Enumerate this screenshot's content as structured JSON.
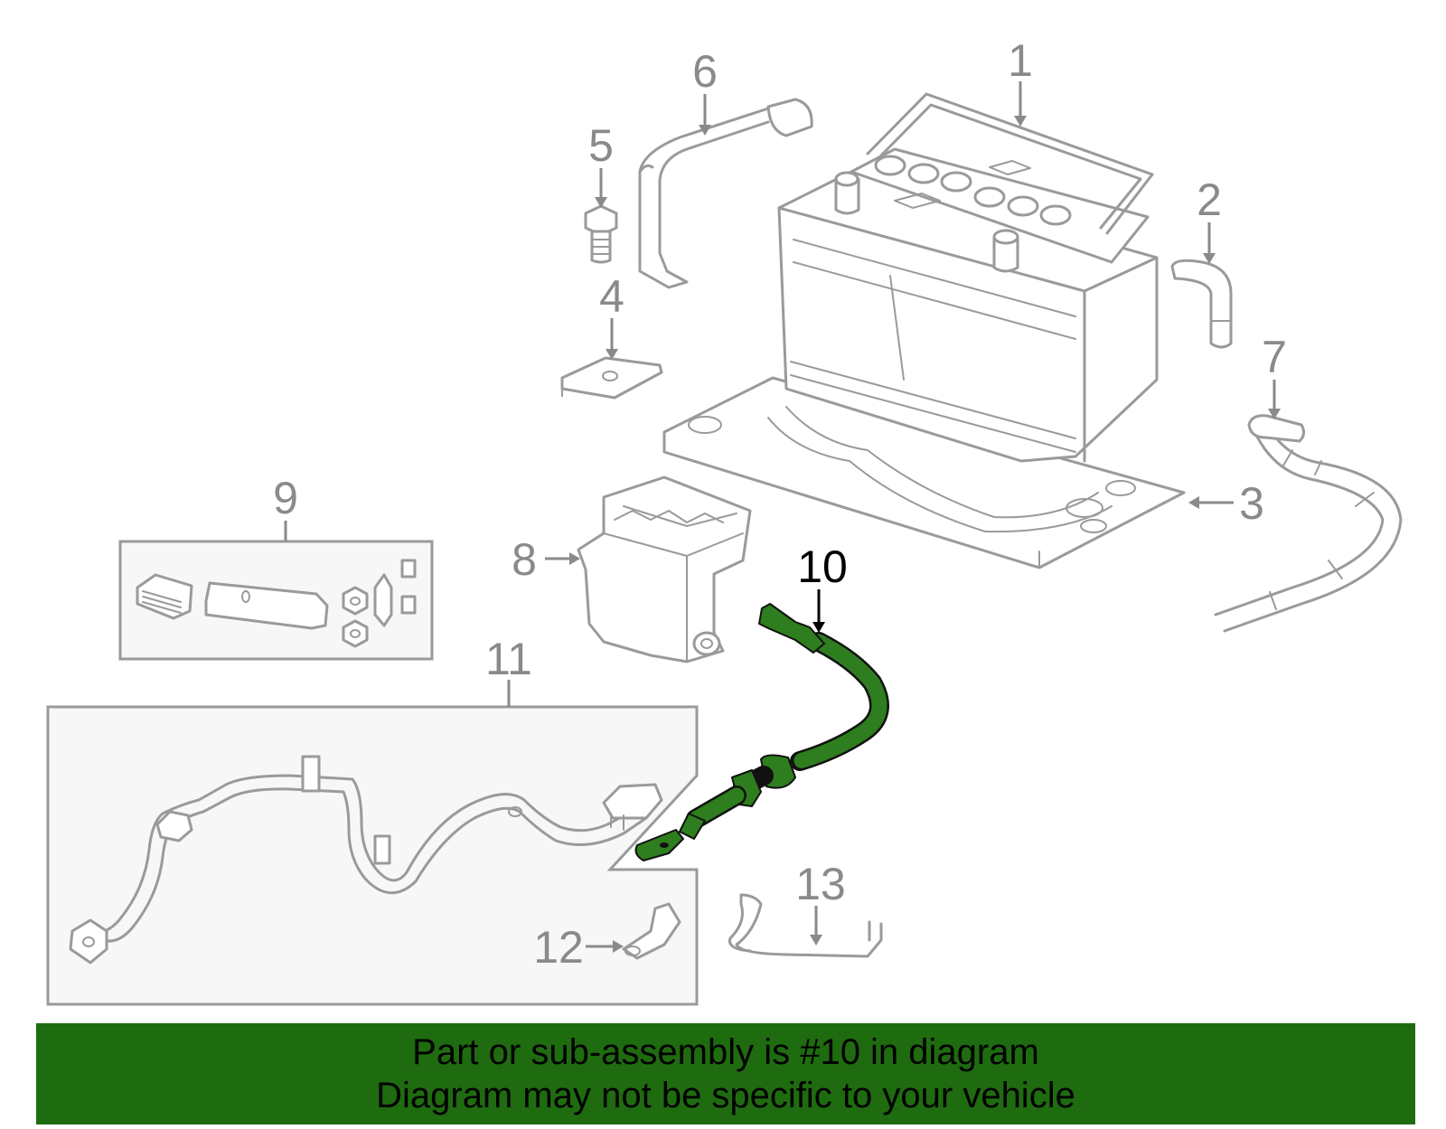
{
  "callouts": {
    "c1": "1",
    "c2": "2",
    "c3": "3",
    "c4": "4",
    "c5": "5",
    "c6": "6",
    "c7": "7",
    "c8": "8",
    "c9": "9",
    "c10": "10",
    "c11": "11",
    "c12": "12",
    "c13": "13"
  },
  "highlight": {
    "part": "10",
    "color": "#2e7d1e"
  },
  "banner": {
    "line1": "Part or sub-assembly is #10 in diagram",
    "line2": "Diagram may not be specific to your vehicle",
    "background": "#1f6b10"
  }
}
